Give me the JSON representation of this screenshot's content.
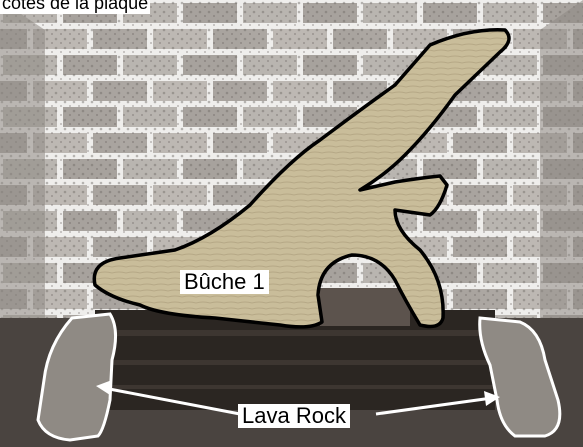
{
  "image": {
    "top_caption": "cotés de la plaque",
    "log_label": "Bûche 1",
    "lava_rock_label": "Lava Rock"
  },
  "colors": {
    "brick_light": "#d9d6d2",
    "brick_dark": "#8f8b87",
    "mortar": "#efeeec",
    "log": "#cbbf9c",
    "outline_log": "#000000",
    "outline_rock": "#ffffff",
    "grate": "#2b2622"
  }
}
